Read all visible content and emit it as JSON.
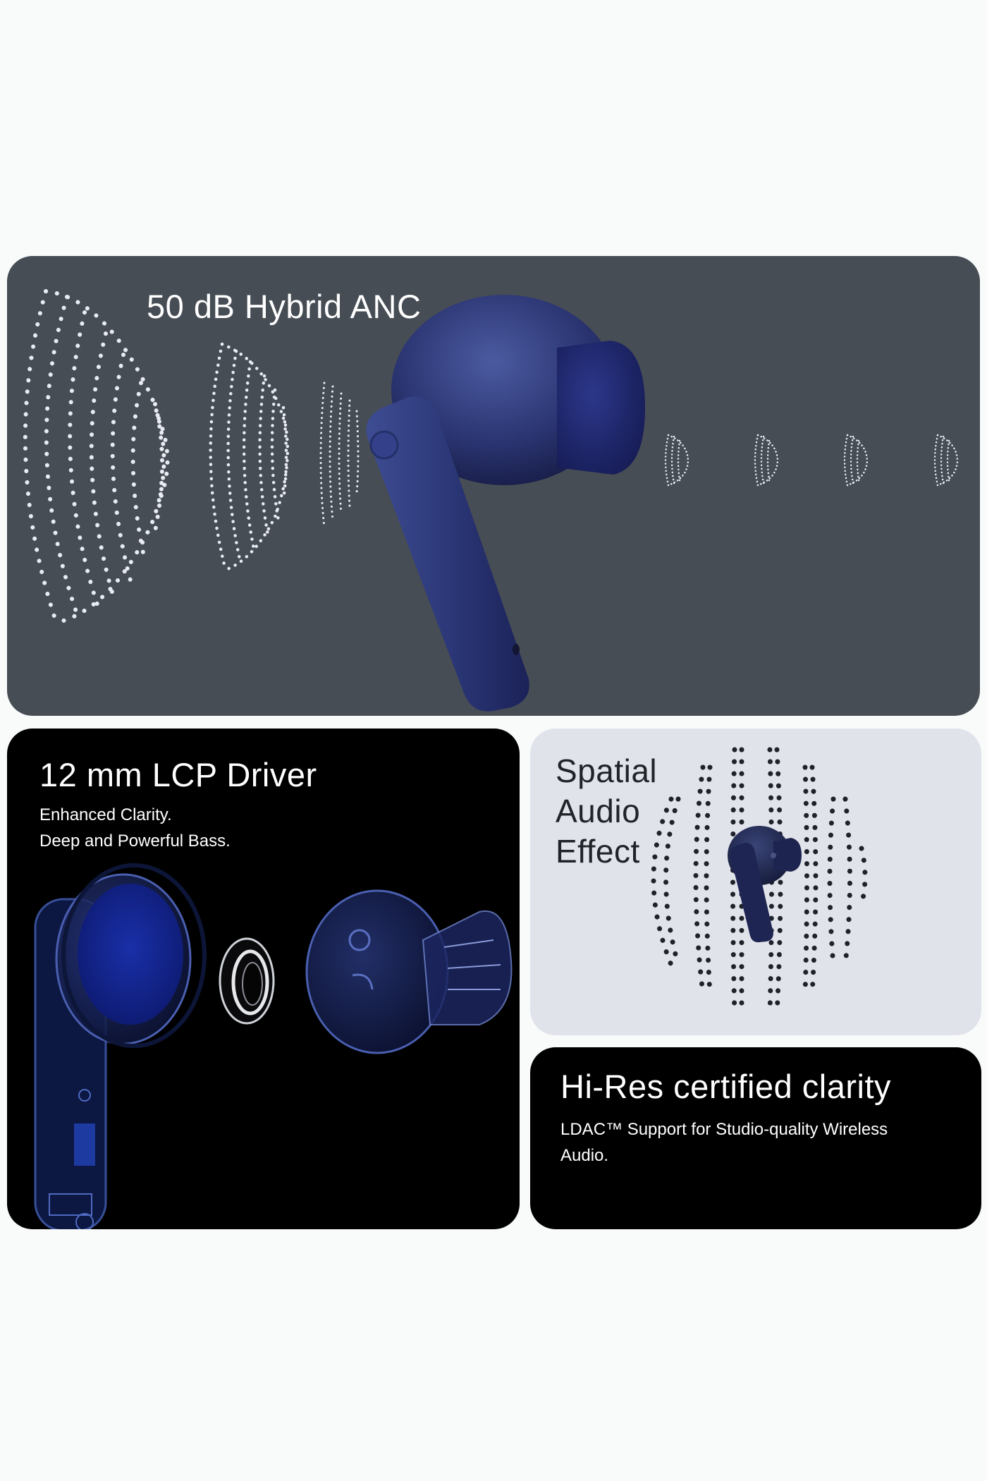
{
  "page": {
    "background": "#f8fbfa"
  },
  "cards": {
    "anc": {
      "title": "50 dB Hybrid ANC",
      "background": "#474d55",
      "image": "blue-earbud-with-sound-wave-dots",
      "icons": [
        "sound-wave-dots-large",
        "sound-wave-dots-medium",
        "sound-wave-dots-small",
        "earbud",
        "sound-wave-dots-tiny"
      ]
    },
    "lcp": {
      "title": "12 mm LCP Driver",
      "lines": [
        "Enhanced Clarity.",
        "Deep and Powerful Bass."
      ],
      "background": "#000000",
      "image": "exploded-transparent-earbud-with-driver"
    },
    "spatial": {
      "title_lines": [
        "Spatial",
        "Audio",
        "Effect"
      ],
      "background": "#e1e3ea",
      "image": "earbud-surrounded-by-dot-waves"
    },
    "hires": {
      "title": "Hi-Res certified clarity",
      "lines": [
        "LDAC™ Support for Studio-quality Wireless",
        "Audio."
      ],
      "background": "#000000"
    }
  },
  "colors": {
    "earbud_blue": "#2a3570",
    "dot_light": "#e8ecf2",
    "dot_dark": "#1e222b"
  }
}
